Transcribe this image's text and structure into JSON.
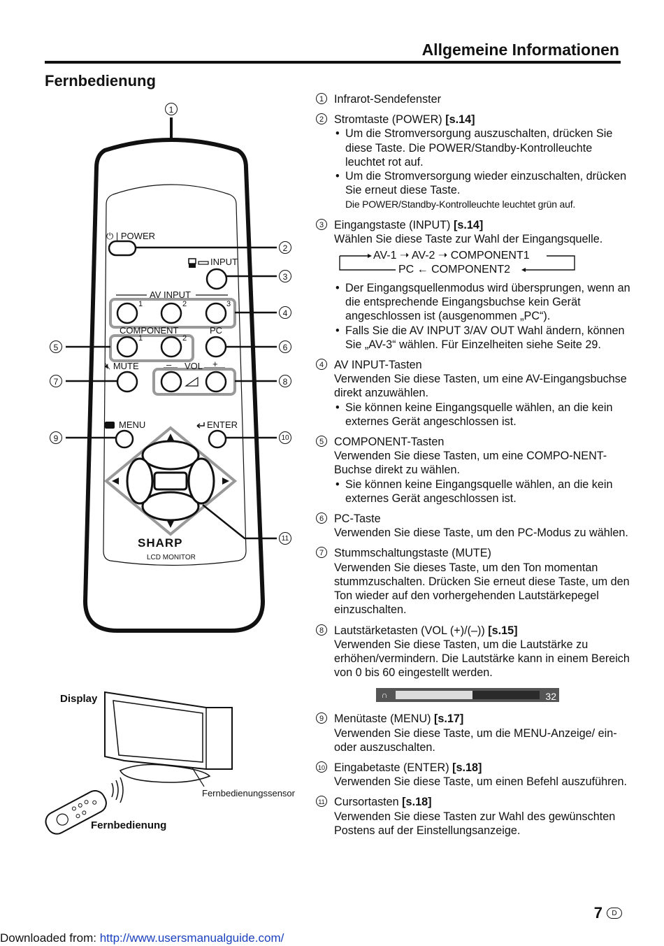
{
  "header": {
    "title": "Allgemeine Informationen"
  },
  "section_title": "Fernbedienung",
  "remote": {
    "power_label": "POWER",
    "input_label": "INPUT",
    "av_input_label": "AV INPUT",
    "component_label": "COMPONENT",
    "pc_label": "PC",
    "mute_label": "MUTE",
    "vol_label": "VOL",
    "vol_minus": "–",
    "vol_plus": "+",
    "menu_label": "MENU",
    "enter_label": "ENTER",
    "brand": "SHARP",
    "model": "LCD MONITOR",
    "av_numbers": [
      "1",
      "2",
      "3"
    ],
    "comp_numbers": [
      "1",
      "2"
    ],
    "callouts": [
      "1",
      "2",
      "3",
      "4",
      "5",
      "6",
      "7",
      "8",
      "9",
      "10",
      "11"
    ]
  },
  "display_figure": {
    "display_label": "Display",
    "sensor_label": "Fernbedienungssensor",
    "remote_label": "Fernbedienung"
  },
  "items": [
    {
      "num": "1",
      "title": "Infrarot-Sendefenster"
    },
    {
      "num": "2",
      "title": "Stromtaste (POWER)",
      "ref": "[s.14]",
      "bullets": [
        "Um die Stromversorgung auszuschalten, drücken Sie diese Taste. Die POWER/Standby-Kontrolleuchte leuchtet rot auf.",
        "Um die Stromversorgung wieder einzuschalten, drücken Sie erneut diese Taste."
      ],
      "note": "Die POWER/Standby-Kontrolleuchte leuchtet grün auf."
    },
    {
      "num": "3",
      "title": "Eingangstaste (INPUT)",
      "ref": "[s.14]",
      "text": "Wählen Sie diese Taste zur Wahl der Eingangsquelle.",
      "flow_line1": "AV-1 ➝ AV-2 ➝ COMPONENT1",
      "flow_line2": "PC ← COMPONENT2",
      "bullets": [
        "Der Eingangsquellenmodus wird übersprungen, wenn an die entsprechende Eingangsbuchse kein Gerät angeschlossen ist (ausgenommen „PC“).",
        "Falls Sie die AV INPUT 3/AV OUT Wahl ändern, können Sie „AV-3“ wählen. Für Einzelheiten siehe Seite 29."
      ]
    },
    {
      "num": "4",
      "title": "AV INPUT-Tasten",
      "text": "Verwenden Sie diese Tasten, um eine AV-Eingangsbuchse direkt anzuwählen.",
      "bullets": [
        "Sie können keine Eingangsquelle wählen, an die kein externes Gerät angeschlossen ist."
      ]
    },
    {
      "num": "5",
      "title": "COMPONENT-Tasten",
      "text": "Verwenden Sie diese Tasten, um eine COMPO-NENT-Buchse direkt zu wählen.",
      "bullets": [
        "Sie können keine Eingangsquelle wählen, an die kein externes Gerät angeschlossen ist."
      ]
    },
    {
      "num": "6",
      "title": "PC-Taste",
      "text": "Verwenden Sie diese Taste, um den PC-Modus zu wählen."
    },
    {
      "num": "7",
      "title": "Stummschaltungstaste (MUTE)",
      "text": "Verwenden Sie dieses Taste, um den Ton momentan stummzuschalten. Drücken Sie erneut diese Taste, um den Ton wieder auf den vorhergehenden Lautstärkepegel einzuschalten."
    },
    {
      "num": "8",
      "title": "Lautstärketasten (VOL (+)/(–))",
      "ref": "[s.15]",
      "text": "Verwenden Sie diese Tasten, um die Lautstärke zu erhöhen/vermindern. Die Lautstärke kann in einem Bereich von 0 bis 60 eingestellt werden."
    },
    {
      "num": "9",
      "title": "Menütaste (MENU)",
      "ref": "[s.17]",
      "text": "Verwenden Sie diese Taste, um die MENU-Anzeige/ ein- oder auszuschalten."
    },
    {
      "num": "10",
      "title": "Eingabetaste (ENTER)",
      "ref": "[s.18]",
      "text": "Verwenden Sie diese Taste, um einen Befehl auszuführen."
    },
    {
      "num": "11",
      "title": "Cursortasten",
      "ref": "[s.18]",
      "text": "Verwenden Sie diese Tasten zur Wahl des gewünschten Postens auf der Einstellungsanzeige."
    }
  ],
  "volume_bar": {
    "value": "32",
    "level_fraction": 0.533,
    "icon": "headphone-icon"
  },
  "page": {
    "number": "7",
    "lang_badge": "D"
  },
  "footer": {
    "prefix": "Downloaded from:",
    "url": "http://www.usersmanualguide.com/"
  }
}
